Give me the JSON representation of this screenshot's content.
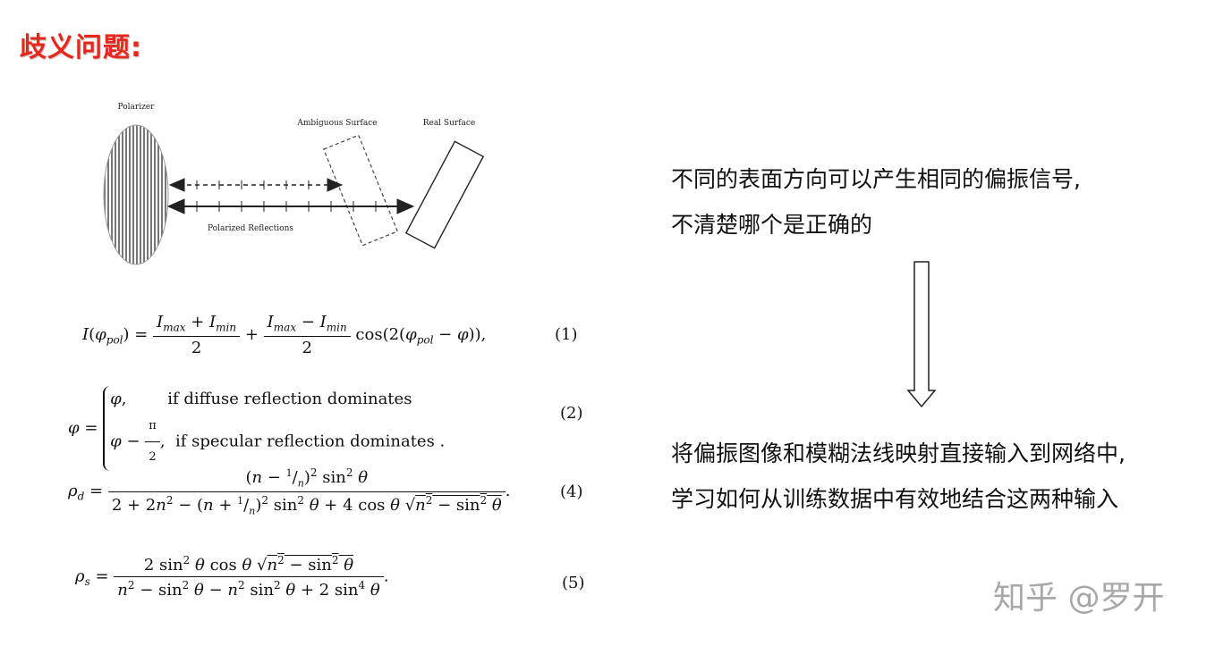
{
  "title": "歧义问题:",
  "diagram": {
    "polarizer_label": "Polarizer",
    "ambiguous_label": "Ambiguous Surface",
    "real_label": "Real Surface",
    "reflections_label": "Polarized Reflections"
  },
  "equations": {
    "eq1_num": "(1)",
    "eq2_num": "(2)",
    "eq2_case1_cond": "if diffuse reflection dominates",
    "eq2_case2_cond": "if specular reflection dominates",
    "eq4_num": "(4)",
    "eq5_num": "(5)"
  },
  "text": {
    "line1": "不同的表面方向可以产生相同的偏振信号,",
    "line2": "不清楚哪个是正确的",
    "line3": "将偏振图像和模糊法线映射直接输入到网络中,",
    "line4": "学习如何从训练数据中有效地结合这两种输入"
  },
  "watermark": "知乎 @罗开"
}
